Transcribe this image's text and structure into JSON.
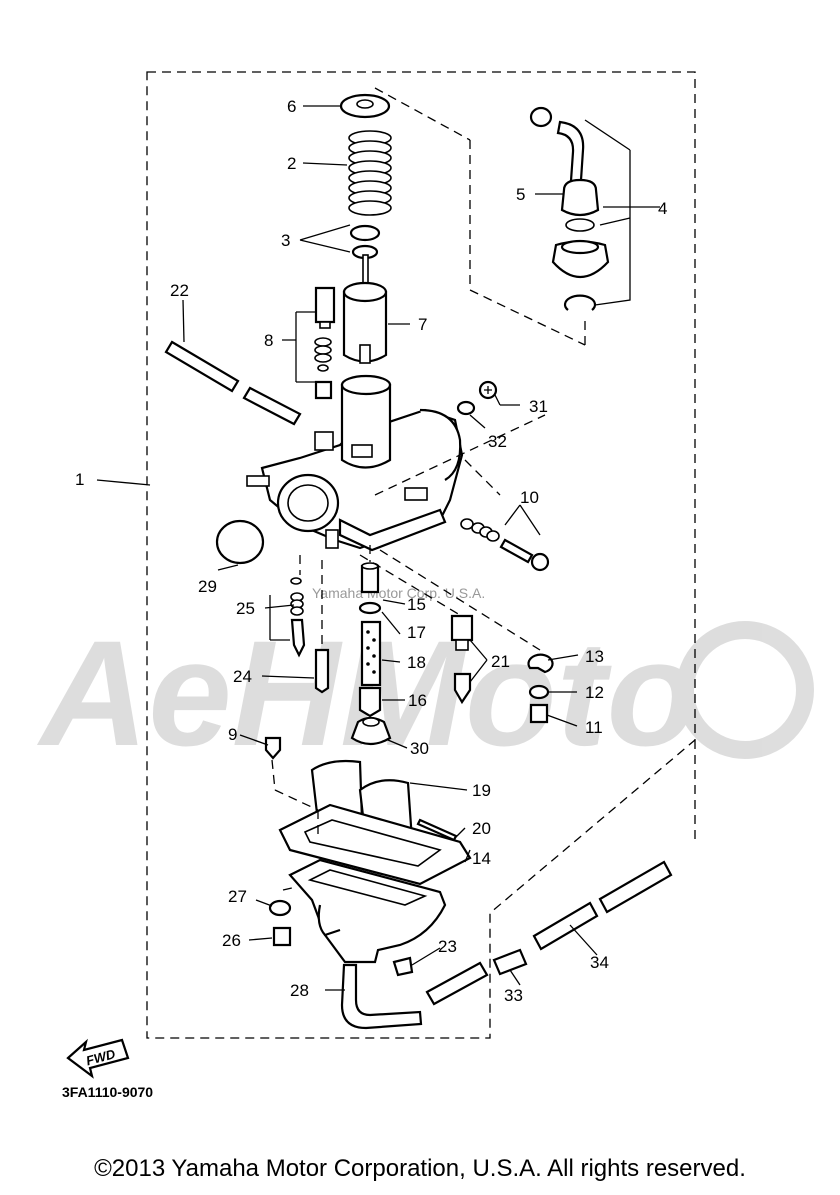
{
  "diagram": {
    "code": "3FA1110-9070",
    "fwd_label": "FWD",
    "watermark_brand": "AeHMoto",
    "watermark_text": "Yamaha Motor Corp. U.S.A.",
    "copyright": "©2013 Yamaha Motor Corporation, U.S.A. All rights reserved.",
    "callouts": [
      "1",
      "2",
      "3",
      "4",
      "5",
      "6",
      "7",
      "8",
      "9",
      "10",
      "11",
      "12",
      "13",
      "14",
      "15",
      "16",
      "17",
      "18",
      "19",
      "20",
      "21",
      "22",
      "23",
      "24",
      "25",
      "26",
      "27",
      "28",
      "29",
      "30",
      "31",
      "32",
      "33",
      "34"
    ]
  }
}
